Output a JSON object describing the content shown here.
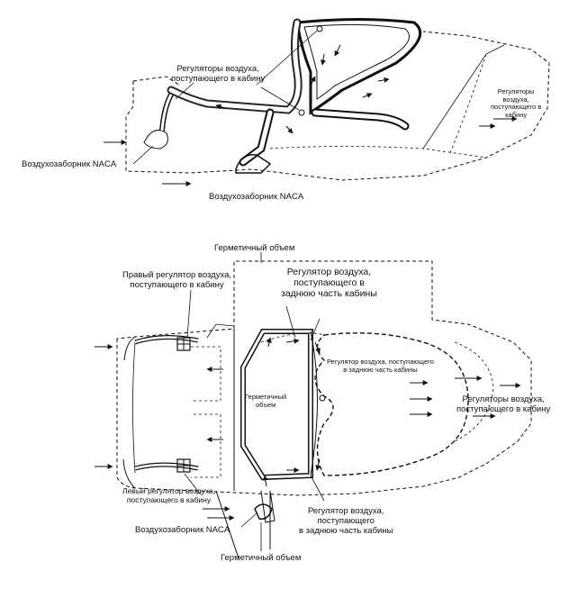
{
  "top_view": {
    "label_regulators": [
      "Регуляторы воздуха,",
      "поступающего в кабину"
    ],
    "label_regulators_right": [
      "Регуляторы",
      "воздуха,",
      "поступающего в",
      "кабину"
    ],
    "label_naca_left": "Воздухозаборник NACA",
    "label_naca_bottom": "Воздухозаборник NACA"
  },
  "bottom_view": {
    "label_sealed_top": "Герметичный объем",
    "label_right_regulator": [
      "Правый регулятор воздуха,",
      "поступающего в кабину"
    ],
    "label_rear_regulator_top": [
      "Регулятор воздуха,",
      "поступающего в",
      "заднюю часть кабины"
    ],
    "label_rear_regulator_small": [
      "Регулятор воздуха, поступающего",
      "в заднюю часть кабины"
    ],
    "label_sealed_center": [
      "Герметичный",
      "объем"
    ],
    "label_regulators_right": [
      "Регуляторы воздуха,",
      "поступающего в кабину"
    ],
    "label_left_regulator": [
      "Левый регулятор воздуха,",
      "поступающего в кабину"
    ],
    "label_naca": "Воздухозаборник NACA",
    "label_rear_regulator_bottom": [
      "Регулятор воздуха,",
      "поступающего",
      "в заднюю часть кабины"
    ],
    "label_sealed_bottom": "Герметичный объем"
  }
}
